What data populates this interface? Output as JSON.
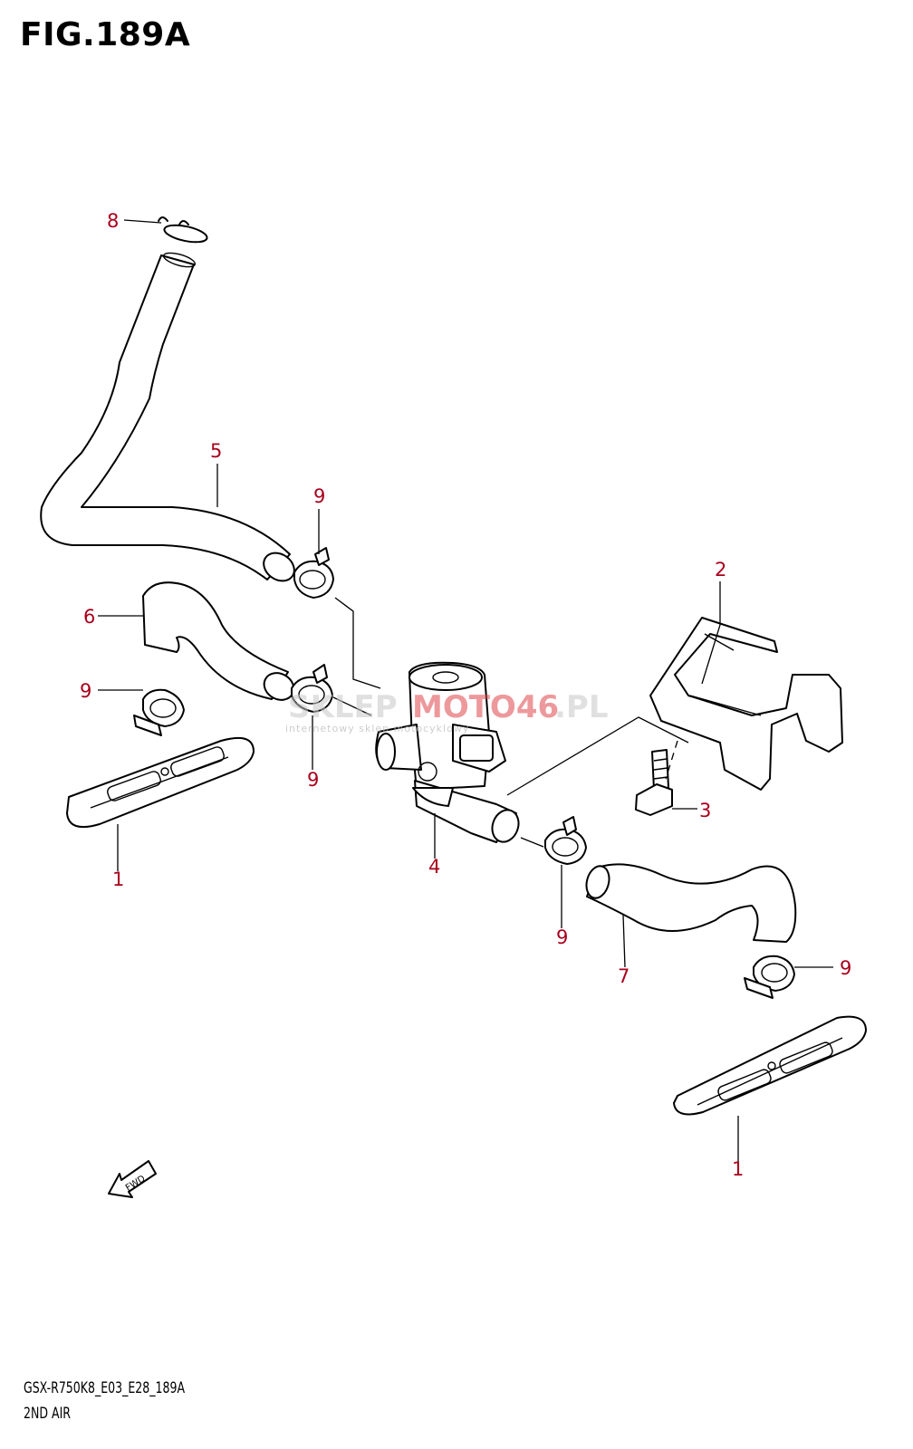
{
  "figure": {
    "title": "FIG.189A",
    "model_code": "GSX-R750K8_E03_E28_189A",
    "subtitle": "2ND AIR"
  },
  "watermark": {
    "part1": "SKLEP",
    "part2": "MOTO46",
    "part3": ".PL",
    "tagline": "internetowy sklep motocyklowy"
  },
  "fwd_label": "FWD",
  "callouts": {
    "c8": "8",
    "c5": "5",
    "c9a": "9",
    "c6": "6",
    "c9b": "9",
    "c9c": "9",
    "c2": "2",
    "c3": "3",
    "c4": "4",
    "c1a": "1",
    "c9d": "9",
    "c7": "7",
    "c9e": "9",
    "c1b": "1"
  },
  "colors": {
    "callout": "#a8001c",
    "line": "#000000",
    "watermark_red": "#e0474c"
  }
}
